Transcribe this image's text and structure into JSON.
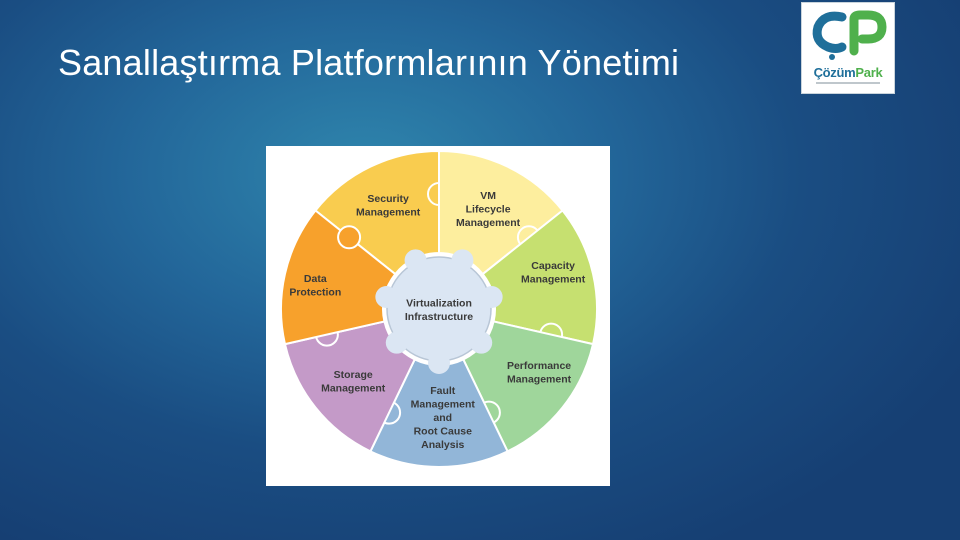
{
  "slide": {
    "title": "Sanallaştırma Platformlarının Yönetimi"
  },
  "logo": {
    "brand_part1": "Çözüm",
    "brand_part2": "Park",
    "colors": {
      "blue": "#1f6f9a",
      "green": "#4fb04c"
    }
  },
  "diagram": {
    "center": {
      "lines": [
        "Virtualization",
        "Infrastructure"
      ],
      "color": "#dbe6f3"
    },
    "segments": [
      {
        "id": "security",
        "lines": [
          "Security",
          "Management"
        ],
        "color": "#f9cc4f"
      },
      {
        "id": "vm-lifecycle",
        "lines": [
          "VM",
          "Lifecycle",
          "Management"
        ],
        "color": "#fdee9e"
      },
      {
        "id": "capacity",
        "lines": [
          "Capacity",
          "Management"
        ],
        "color": "#c6e070"
      },
      {
        "id": "performance",
        "lines": [
          "Performance",
          "Management"
        ],
        "color": "#9fd69b"
      },
      {
        "id": "fault",
        "lines": [
          "Fault",
          "Management",
          "and",
          "Root Cause",
          "Analysis"
        ],
        "color": "#92b6d8"
      },
      {
        "id": "storage",
        "lines": [
          "Storage",
          "Management"
        ],
        "color": "#c49ac8"
      },
      {
        "id": "data-protection",
        "lines": [
          "Data",
          "Protection"
        ],
        "color": "#f7a12c"
      }
    ]
  }
}
